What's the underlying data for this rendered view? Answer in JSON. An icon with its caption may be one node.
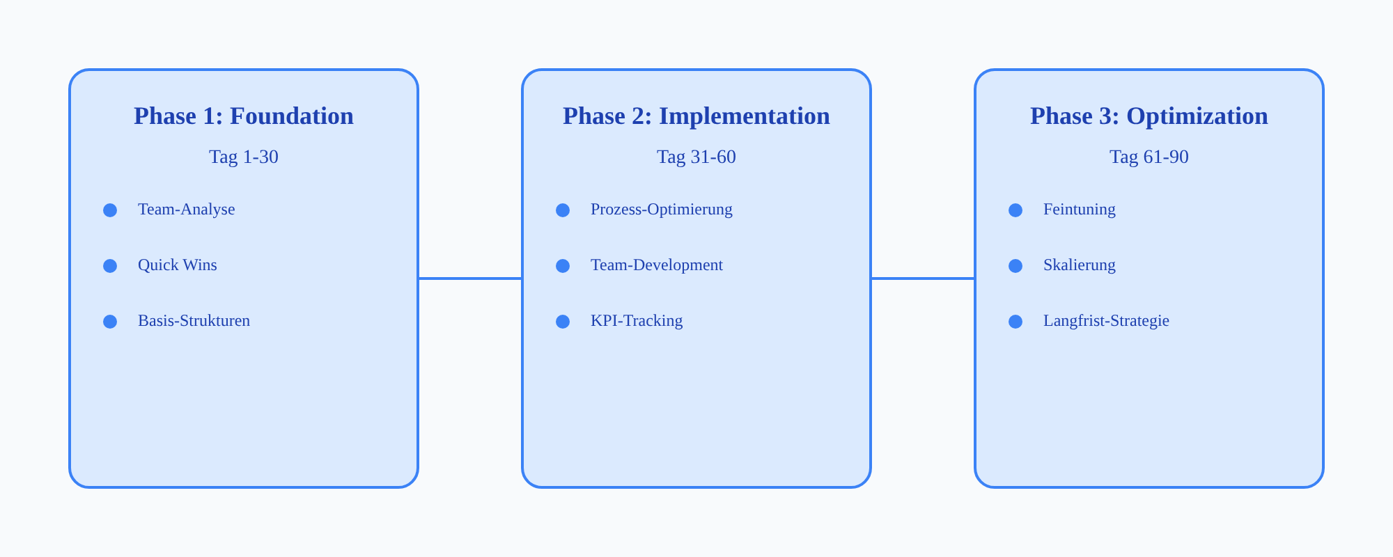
{
  "diagram": {
    "nodes": [
      {
        "text": [
          "Phase 1: Foundation",
          "Tag 1-30",
          "Team-Analyse",
          "Quick Wins",
          "Basis-Strukturen"
        ]
      },
      {
        "text": [
          "Phase 2: Implementation",
          "Tag 31-60",
          "Prozess-Optimierung",
          "Team-Development",
          "KPI-Tracking"
        ]
      },
      {
        "text": [
          "Phase 3: Optimization",
          "Tag 61-90",
          "Feintuning",
          "Skalierung",
          "Langfrist-Strategie"
        ]
      }
    ],
    "edges": [
      {
        "from": 0,
        "to": 1,
        "arrow": "none"
      },
      {
        "from": 1,
        "to": 2,
        "arrow": "none"
      }
    ]
  }
}
